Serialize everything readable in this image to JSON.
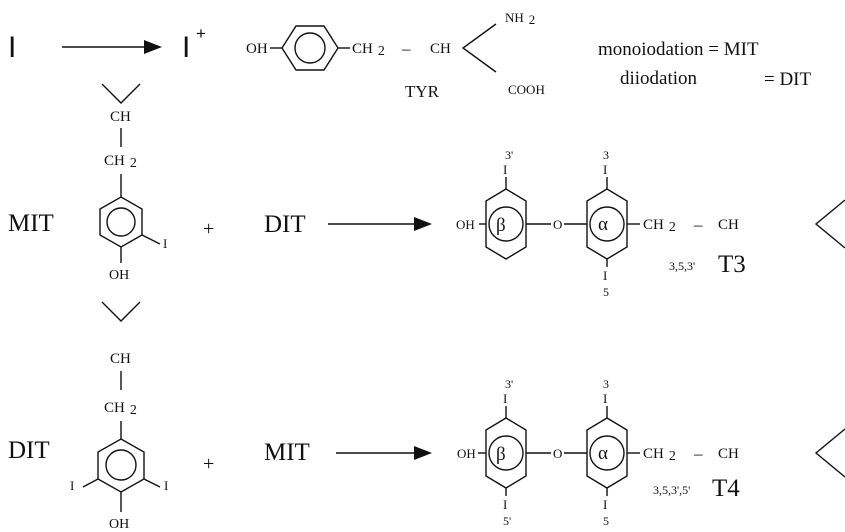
{
  "reaction1": {
    "iodide": "I",
    "iodinium": "I",
    "iodinium_charge": "+",
    "oh": "OH",
    "ch2": "CH",
    "ch2_sub": "2",
    "dash": "–",
    "ch": "CH",
    "nh2": "NH",
    "nh2_sub": "2",
    "cooh": "COOH",
    "tyr": "TYR",
    "mono": "monoiodation = MIT",
    "di_label": "diiodation",
    "di_value": "= DIT"
  },
  "reaction2": {
    "ch": "CH",
    "ch2": "CH",
    "ch2_sub": "2",
    "left_label": "MIT",
    "iodine": "I",
    "oh": "OH",
    "plus": "+",
    "partner": "DIT",
    "prod_oh": "OH",
    "beta": "β",
    "oxygen": "O",
    "alpha": "α",
    "i3p": "3'",
    "i3": "3",
    "iodine_top_beta": "I",
    "iodine_top_alpha": "I",
    "iodine_bot_alpha": "I",
    "i5": "5",
    "ch2p": "CH",
    "ch2p_sub": "2",
    "dash": "–",
    "chp": "CH",
    "positions": "3,5,3'",
    "product": "T3"
  },
  "reaction3": {
    "ch": "CH",
    "ch2": "CH",
    "ch2_sub": "2",
    "left_label": "DIT",
    "iodine_l": "I",
    "iodine_r": "I",
    "oh": "OH",
    "plus": "+",
    "partner": "MIT",
    "prod_oh": "OH",
    "beta": "β",
    "oxygen": "O",
    "alpha": "α",
    "i3p": "3'",
    "i3": "3",
    "iodine_top_beta": "I",
    "iodine_top_alpha": "I",
    "iodine_bot_beta": "I",
    "iodine_bot_alpha": "I",
    "i5p": "5'",
    "i5": "5",
    "ch2p": "CH",
    "ch2p_sub": "2",
    "dash": "–",
    "chp": "CH",
    "positions": "3,5,3',5'",
    "product": "T4"
  }
}
